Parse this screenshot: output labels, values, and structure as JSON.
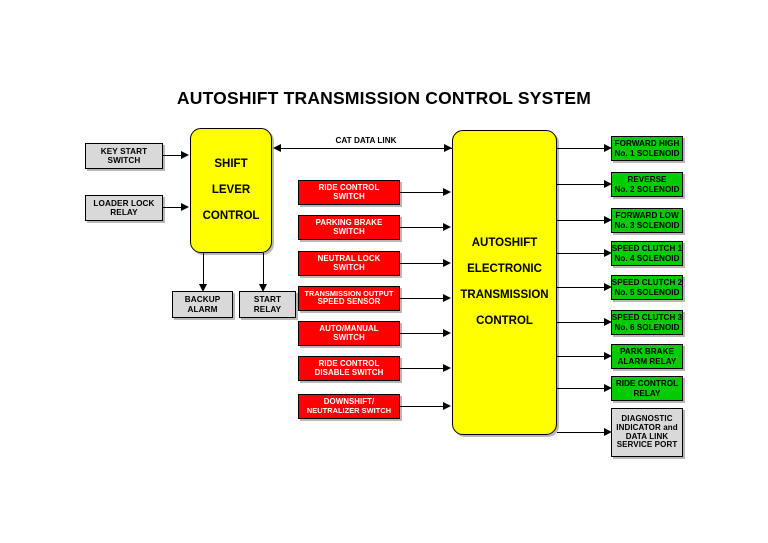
{
  "title": "AUTOSHIFT TRANSMISSION CONTROL SYSTEM",
  "colors": {
    "input_switch": "#ff0000",
    "output_device": "#00cc00",
    "controller": "#ffff00",
    "auxiliary": "#d9d9d9",
    "outline": "#000000",
    "background": "#ffffff"
  },
  "datalink": {
    "line1": "CAT",
    "line2": "DATA LINK"
  },
  "left_inputs": [
    {
      "id": "key-start-switch",
      "line1": "KEY START",
      "line2": "SWITCH"
    },
    {
      "id": "loader-lock-relay",
      "line1": "LOADER LOCK",
      "line2": "RELAY"
    }
  ],
  "shift_lever_control": {
    "id": "shift-lever-control",
    "line1": "SHIFT",
    "line2": "LEVER",
    "line3": "CONTROL"
  },
  "shift_lever_outputs": [
    {
      "id": "backup-alarm",
      "line1": "BACKUP",
      "line2": "ALARM"
    },
    {
      "id": "start-relay",
      "line1": "START",
      "line2": "RELAY"
    }
  ],
  "ecm": {
    "id": "autoshift-electronic-transmission-control",
    "line1": "AUTOSHIFT",
    "line2": "ELECTRONIC",
    "line3": "TRANSMISSION",
    "line4": "CONTROL"
  },
  "switch_inputs": [
    {
      "id": "ride-control-switch",
      "line1": "RIDE CONTROL",
      "line2": "SWITCH"
    },
    {
      "id": "parking-brake-switch",
      "line1": "PARKING BRAKE",
      "line2": "SWITCH"
    },
    {
      "id": "neutral-lock-switch",
      "line1": "NEUTRAL LOCK",
      "line2": "SWITCH"
    },
    {
      "id": "transmission-output-speed-sensor",
      "line1": "TRANSMISSION OUTPUT",
      "line2": "SPEED SENSOR"
    },
    {
      "id": "auto-manual-switch",
      "line1": "AUTO/MANUAL",
      "line2": "SWITCH"
    },
    {
      "id": "ride-control-disable-switch",
      "line1": "RIDE CONTROL",
      "line2": "DISABLE SWITCH"
    },
    {
      "id": "downshift-neutralizer-switch",
      "line1": "DOWNSHIFT/",
      "line2": "NEUTRALIZER SWITCH"
    }
  ],
  "outputs": [
    {
      "id": "forward-high-no-1-solenoid",
      "kind": "green",
      "line1": "FORWARD HIGH",
      "line2": "No. 1 SOLENOID"
    },
    {
      "id": "reverse-no-2-solenoid",
      "kind": "green",
      "line1": "REVERSE",
      "line2": "No. 2 SOLENOID"
    },
    {
      "id": "forward-low-no-3-solenoid",
      "kind": "green",
      "line1": "FORWARD LOW",
      "line2": "No. 3 SOLENOID"
    },
    {
      "id": "speed-clutch-1-no-4-solenoid",
      "kind": "green",
      "line1": "SPEED CLUTCH 1",
      "line2": "No. 4 SOLENOID"
    },
    {
      "id": "speed-clutch-2-no-5-solenoid",
      "kind": "green",
      "line1": "SPEED CLUTCH 2",
      "line2": "No. 5 SOLENOID"
    },
    {
      "id": "speed-clutch-3-no-6-solenoid",
      "kind": "green",
      "line1": "SPEED CLUTCH 3",
      "line2": "No. 6 SOLENOID"
    },
    {
      "id": "park-brake-alarm-relay",
      "kind": "green",
      "line1": "PARK BRAKE",
      "line2": "ALARM RELAY"
    },
    {
      "id": "ride-control-relay",
      "kind": "green",
      "line1": "RIDE CONTROL",
      "line2": "RELAY"
    },
    {
      "id": "diagnostic-indicator-and-data-link-service-port",
      "kind": "gray",
      "line1": "DIAGNOSTIC",
      "line2": "INDICATOR and",
      "line3": "DATA LINK",
      "line4": "SERVICE PORT"
    }
  ]
}
